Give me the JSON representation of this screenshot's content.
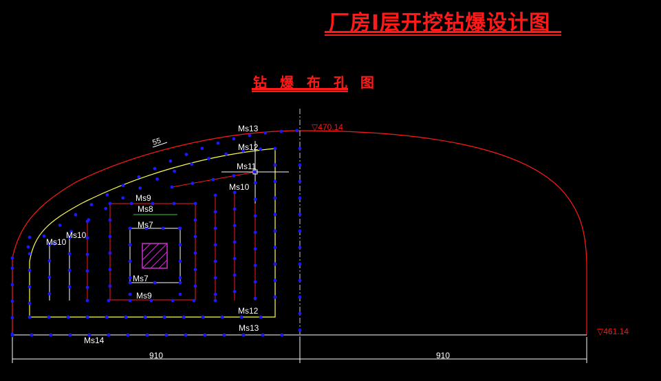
{
  "title": "厂房Ⅰ层开挖钻爆设计图",
  "subtitle": "钻 爆 布 孔 图",
  "elevations": {
    "top": "▽470.14",
    "side": "▽461.14"
  },
  "dims": {
    "left_span": "910",
    "right_span": "910",
    "hole_spacing": "55"
  },
  "delay_labels": {
    "ms13_top": "Ms13",
    "ms12_top": "Ms12",
    "ms11": "Ms11",
    "ms10_right": "Ms10",
    "ms10_left": "Ms10",
    "ms10_inner": "Ms10",
    "ms9_top": "Ms9",
    "ms8": "Ms8",
    "ms7_top": "Ms7",
    "ms7_bottom": "Ms7",
    "ms9_bottom": "Ms9",
    "ms12_bottom": "Ms12",
    "ms13_bottom": "Ms13",
    "ms14": "Ms14"
  },
  "colors": {
    "background": "#000000",
    "red": "#ff1a1a",
    "yellow": "#ffff4d",
    "white": "#ffffff",
    "blue": "#1a1aff",
    "green": "#33cc33",
    "magenta": "#cc33cc"
  }
}
